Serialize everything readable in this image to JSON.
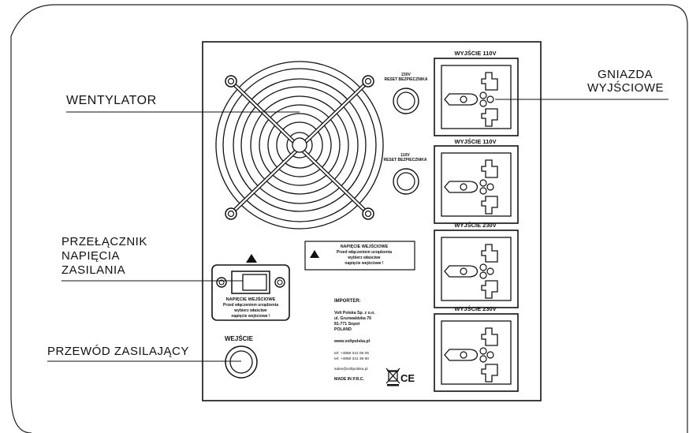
{
  "callouts": {
    "fan": "WENTYLATOR",
    "outlets_line1": "GNIAZDA",
    "outlets_line2": "WYJŚCIOWE",
    "switch_line1": "PRZEŁĄCZNIK",
    "switch_line2": "NAPIĘCIA",
    "switch_line3": "ZASILANIA",
    "power_cord": "PRZEWÓD ZASILAJĄCY"
  },
  "breakers": {
    "breaker_1_line1": "230V",
    "breaker_1_line2": "RESET BEZPIECZNIKA",
    "breaker_2_line1": "110V",
    "breaker_2_line2": "RESET BEZPIECZNIKA"
  },
  "outlets": [
    {
      "label": "WYJŚCIE 110V"
    },
    {
      "label": "WYJŚCIE 110V"
    },
    {
      "label": "WYJŚCIE 230V"
    },
    {
      "label": "WYJŚCIE 230V"
    }
  ],
  "input_warning": {
    "title": "NAPIĘCIE WEJŚCIOWE",
    "line1": "Przed włączeniem urządzenia",
    "line2": "wybierz właściwe",
    "line3": "napięcie wejściowe !"
  },
  "switch_panel": {
    "title": "NAPIĘCIE WEJŚCIOWE",
    "line1": "Przed włączeniem urządzenia",
    "line2": "wybierz właściwe",
    "line3": "napięcie wejściowe !"
  },
  "input_label": "WEJŚCIE",
  "importer": {
    "heading": "IMPORTER:",
    "company": "Volt Polska Sp. z o.o.",
    "street": "ul. Grunwaldzka 76",
    "city": "81-771 Sopot",
    "country": "POLAND",
    "website": "www.voltpolska.pl",
    "tel1": "tel: +4858 341 05 06",
    "tel2": "tel: +4858 341 38 80",
    "email": "sales@voltpolska.pl",
    "made_in": "MADE IN P.R.C.",
    "ce_mark": "CE"
  }
}
